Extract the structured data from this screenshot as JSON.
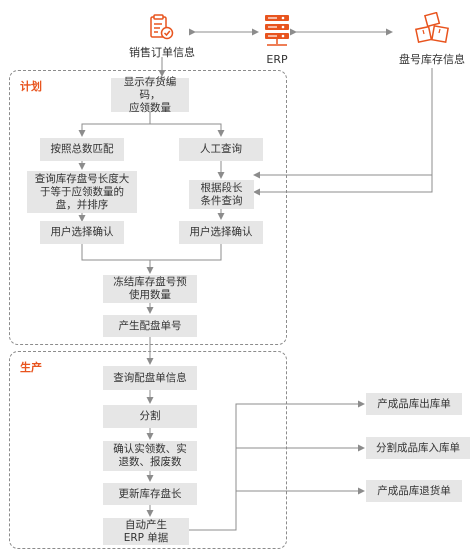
{
  "top": {
    "sales_order": "销售订单信息",
    "erp": "ERP",
    "lot_inventory": "盘号库存信息"
  },
  "plan_section": {
    "title": "计划",
    "show_codes": "显示存货编码，\n应领数量",
    "match_total": "按照总数匹配",
    "manual_query": "人工查询",
    "query_lots": "查询库存盘号长度大\n于等于应领数量的\n盘，并排序",
    "query_by_segment": "根据段长\n条件查询",
    "user_confirm_left": "用户选择确认",
    "user_confirm_right": "用户选择确认",
    "freeze_qty": "冻结库存盘号预\n使用数量",
    "gen_picking_no": "产生配盘单号"
  },
  "production_section": {
    "title": "生产",
    "query_picking": "查询配盘单信息",
    "split": "分割",
    "confirm_qty": "确认实领数、实\n退数、报废数",
    "update_stock": "更新库存盘长",
    "auto_erp": "自动产生\nERP 单据"
  },
  "outputs": {
    "finished_out": "产成品库出库单",
    "split_in": "分割成品库入库单",
    "finished_return": "产成品库退货单"
  },
  "colors": {
    "accent": "#e8541e",
    "node_bg": "#e6e6e6",
    "line": "#8c8c8c"
  },
  "icons": {
    "sales_order": "document-check-icon",
    "erp": "server-icon",
    "lot_inventory": "boxes-icon"
  }
}
